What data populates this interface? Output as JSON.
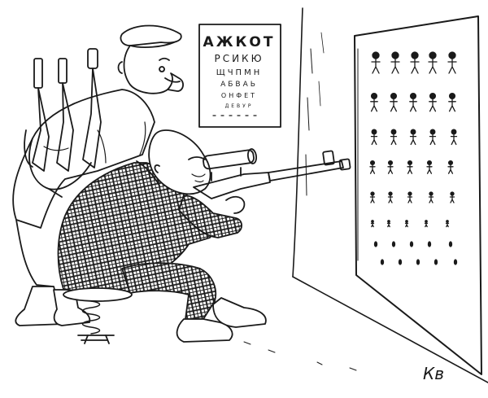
{
  "eye_chart": {
    "rows": [
      "АЖКОТ",
      "РСИКЮ",
      "ЩЧПМН",
      "АБВАЬ",
      "ОНФЕТ",
      "ДЕВУР"
    ]
  },
  "signature": "Кв",
  "colors": {
    "ink": "#1a1a1a",
    "paper": "#ffffff"
  }
}
